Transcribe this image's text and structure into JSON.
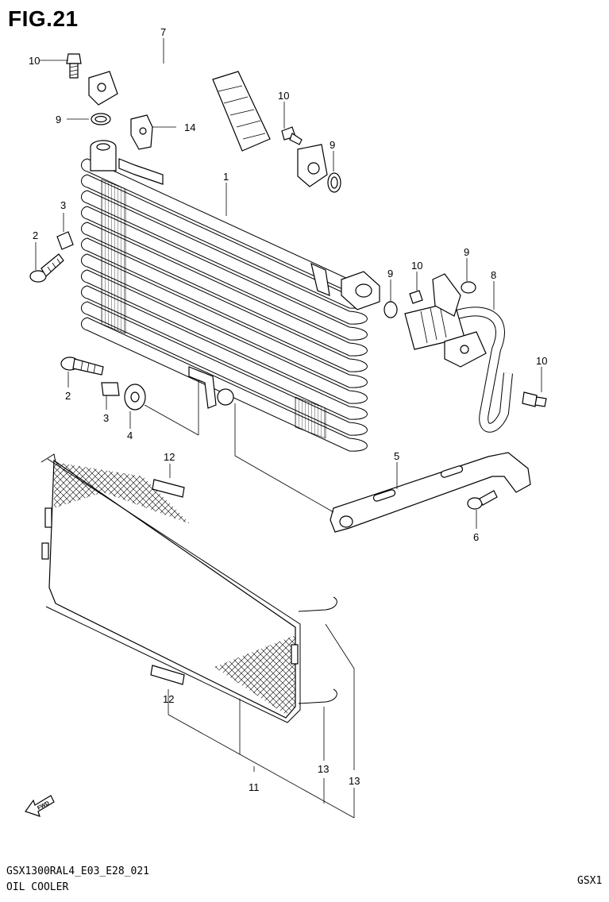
{
  "figure": {
    "title": "FIG.21",
    "code": "GSX1300RAL4_E03_E28_021",
    "name": "OIL COOLER",
    "model_tag": "GSX1",
    "fwd_label": "FWD"
  },
  "callouts": [
    "10",
    "7",
    "9",
    "14",
    "10",
    "9",
    "1",
    "3",
    "2",
    "9",
    "10",
    "9",
    "8",
    "10",
    "2",
    "3",
    "4",
    "5",
    "6",
    "12",
    "12",
    "11",
    "13",
    "13"
  ]
}
